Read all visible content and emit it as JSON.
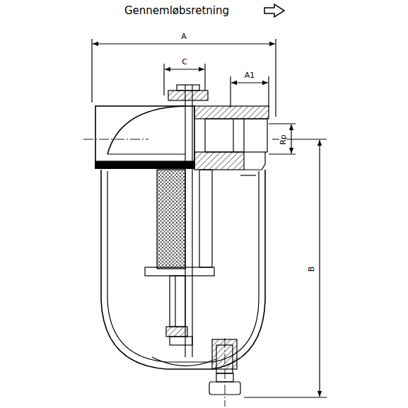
{
  "diagram": {
    "labels": [
      "Gennemløbsretning",
      "A",
      "C",
      "A1",
      "Rp",
      "B"
    ]
  }
}
